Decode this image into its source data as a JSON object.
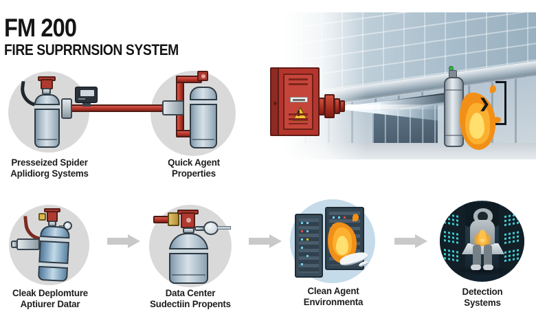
{
  "title": {
    "line1": "FM 200",
    "line2": "FIRE SUPRRNSION SYSTEM"
  },
  "top_flow": {
    "steps": [
      {
        "label_line1": "Presseized Spider",
        "label_line2": "Aplidiorg Systems"
      },
      {
        "label_line1": "Quick Agent",
        "label_line2": "Properties"
      }
    ]
  },
  "scene": {
    "icons": {
      "chevron": "❯"
    }
  },
  "bottom_flow": {
    "steps": [
      {
        "label_line1": "Cleak Deplomture",
        "label_line2": "Aptiurer Datar"
      },
      {
        "label_line1": "Data Center",
        "label_line2": "Sudectiin Propents"
      },
      {
        "label_line1": "Clean Agent",
        "label_line2": "Environmenta"
      },
      {
        "label_line1": "Detection",
        "label_line2": "Systems"
      }
    ]
  },
  "colors": {
    "accent_red": "#b5352c",
    "pipe_red": "#b5362b",
    "circle_gray": "#d9d9d9",
    "circle_lightblue": "#c5dbea",
    "circle_dark": "#152430",
    "flame_orange": "#f28f17",
    "flame_yellow": "#ffdf6e",
    "arrow_gray": "#c9c9c9",
    "text_dark": "#1b1b1b"
  }
}
